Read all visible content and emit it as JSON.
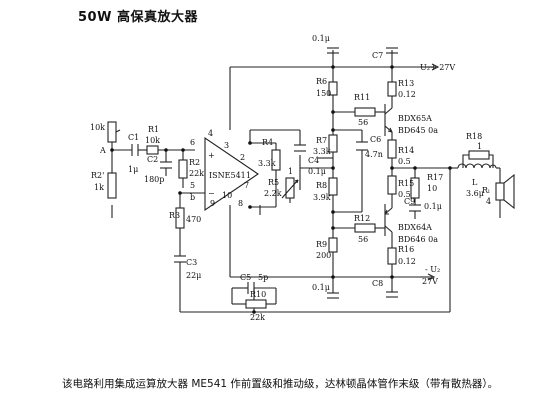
{
  "title": "50W 高保真放大器",
  "components": {
    "input_pot": "10k",
    "node_a": "A",
    "c1": "C1",
    "c1_val": "1μ",
    "r1": "R1",
    "r1_val": "10k",
    "c2": "C2",
    "c2_val": "180p",
    "r2prime": "R2'",
    "r2prime_val": "1k",
    "r2": "R2",
    "r2_val": "22k",
    "r3": "R3",
    "r3_val": "470",
    "c3": "C3",
    "c3_val": "22μ",
    "opamp": "ISNE541",
    "pin_4": "4",
    "pin_3": "3",
    "pin_6": "6",
    "pin_2": "2",
    "pin_5": "5",
    "pin_1": "1",
    "pin_7": "7",
    "pin_10": "10",
    "pin_9": "9",
    "pin_8": "8",
    "pin_b": "b",
    "r4": "R4",
    "r4_val": "3.3k",
    "r5": "R5",
    "r5_val": "2.2k",
    "vr_1": "1",
    "r6": "R6",
    "r6_val": "150",
    "r7": "R7",
    "r7_val": "3.3k",
    "c4": "C4",
    "c4_val": "0.1μ",
    "r8": "R8",
    "r8_val": "3.9k",
    "c6": "C6",
    "c6_val": "4.7n",
    "r9": "R9",
    "r9_val": "200",
    "top_cap": "0.1μ",
    "bot_cap": "0.1μ",
    "r11": "R11",
    "r11_val": "56",
    "r12": "R12",
    "r12_val": "56",
    "c7": "C7",
    "c8": "C8",
    "r13": "R13",
    "r13_val": "0.12",
    "vplus": "U₂+ 27V",
    "q1": "BDX65A",
    "q1_alt": "BD645 0a",
    "r14": "R14",
    "r14_val": "0.5",
    "r15": "R15",
    "r15_val": "0.5",
    "q2": "BDX64A",
    "q2_alt": "BD646 0a",
    "r16": "R16",
    "r16_val": "0.12",
    "vminus_label": "- U₂",
    "vminus_val": "27V",
    "r17": "R17",
    "r17_val": "10",
    "c9": "C9",
    "c9_val": "0.1μ",
    "r18": "R18",
    "r18_val": "1",
    "inductor": "L",
    "inductor_val": "3.6μ",
    "rl": "Rₗ",
    "rl_val": "4",
    "c5": "C5",
    "c5_val": "5p",
    "r10": "R10",
    "r10_val": "22k"
  },
  "caption": "该电路利用集成运算放大器 ME541 作前置级和推动级，达林顿晶体管作末级（带有散热器）。"
}
